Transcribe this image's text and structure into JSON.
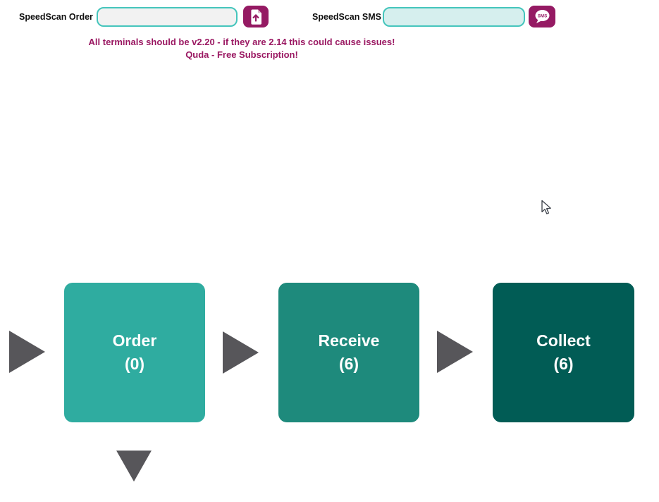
{
  "toolbar": {
    "order": {
      "label": "SpeedScan Order",
      "input_value": "",
      "button_icon": "document-upload-icon"
    },
    "sms": {
      "label": "SpeedScan SMS",
      "input_value": "",
      "button_icon": "sms-bubble-icon",
      "bubble_text": "SMS"
    }
  },
  "notice": {
    "line1": "All terminals should be v2.20 - if they are 2.14 this could cause issues!",
    "line2": "Quda - Free Subscription!",
    "color": "#9a1862"
  },
  "workflow": {
    "steps": [
      {
        "label": "Order",
        "count": "(0)",
        "color": "#2faca0"
      },
      {
        "label": "Receive",
        "count": "(6)",
        "color": "#1e8a7c"
      },
      {
        "label": "Collect",
        "count": "(6)",
        "color": "#015c55"
      }
    ],
    "arrow_color": "#57565a"
  },
  "colors": {
    "accent_magenta": "#951a63",
    "input_border_teal": "#45c5bc",
    "sms_input_fill": "#d6efee",
    "order_input_fill": "#f2f2f2",
    "background": "#ffffff"
  }
}
